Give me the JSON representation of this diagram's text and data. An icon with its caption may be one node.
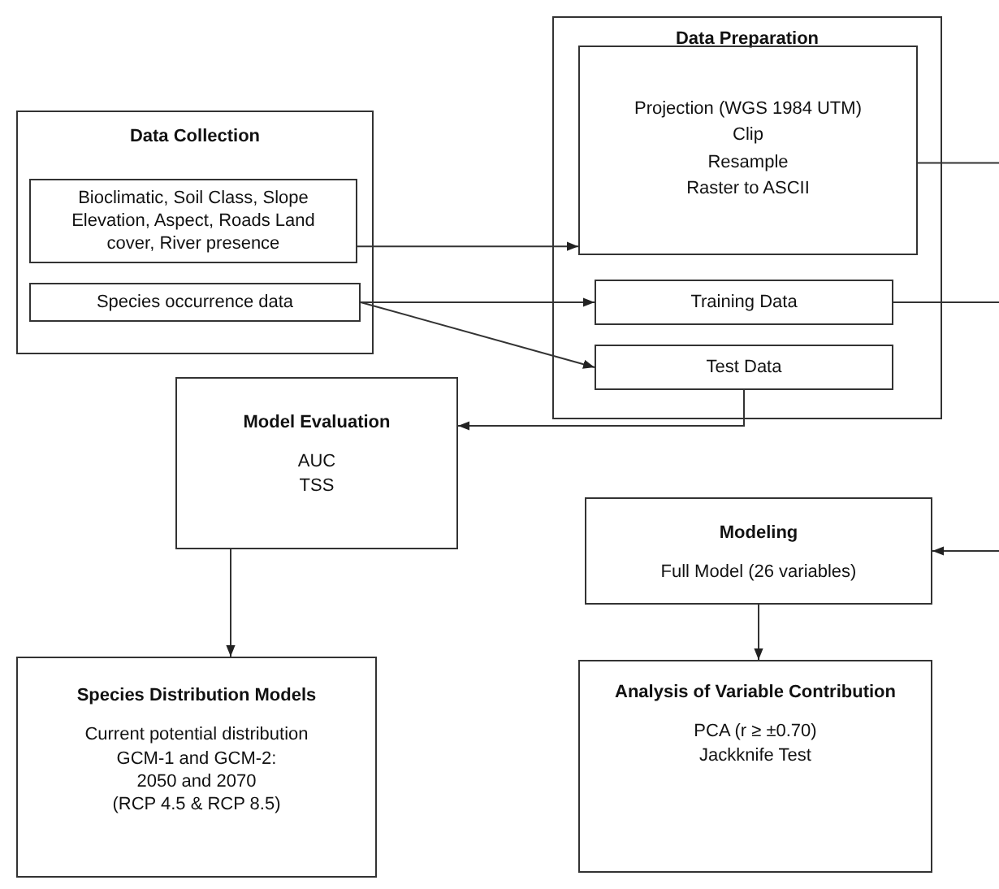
{
  "diagram": {
    "nodes": [
      {
        "text": [
          "Data Collection"
        ]
      },
      {
        "text": [
          "Bioclimatic, Soil Class, Slope Elevation, Aspect, Roads Land cover, River presence"
        ],
        "in": 0
      },
      {
        "text": [
          "Species occurrence data"
        ],
        "in": 0
      },
      {
        "text": [
          "Data Preparation"
        ]
      },
      {
        "text": [
          "Projection (WGS 1984 UTM)",
          "Clip",
          "Resample",
          "Raster to ASCII"
        ],
        "in": 3
      },
      {
        "text": [
          "Training Data"
        ],
        "in": 3
      },
      {
        "text": [
          "Test Data"
        ],
        "in": 3
      },
      {
        "text": [
          "Model Evaluation",
          "AUC",
          "TSS"
        ]
      },
      {
        "text": [
          "Modeling",
          "Full Model (26 variables)"
        ]
      },
      {
        "text": [
          "Species Distribution Models",
          "Current potential distribution",
          "GCM-1 and GCM-2:",
          "2050 and 2070",
          "(RCP 4.5 & RCP 8.5)"
        ]
      },
      {
        "text": [
          "Analysis of Variable Contribution",
          "PCA (r ≥ ±0.70)",
          "Jackknife Test"
        ]
      }
    ],
    "edges": [
      {
        "from": 1,
        "to": 4,
        "arrow": "to"
      },
      {
        "from": 2,
        "to": 5,
        "arrow": "to"
      },
      {
        "from": 2,
        "to": 6,
        "arrow": "to"
      },
      {
        "from": 6,
        "to": 7,
        "arrow": "to"
      },
      {
        "from": 7,
        "to": 9,
        "arrow": "to"
      },
      {
        "from": 8,
        "to": 10,
        "arrow": "to"
      },
      {
        "from": 4,
        "to": null,
        "arrow": "none"
      },
      {
        "from": 5,
        "to": null,
        "arrow": "none"
      },
      {
        "from": null,
        "to": 8,
        "arrow": "to"
      }
    ]
  }
}
